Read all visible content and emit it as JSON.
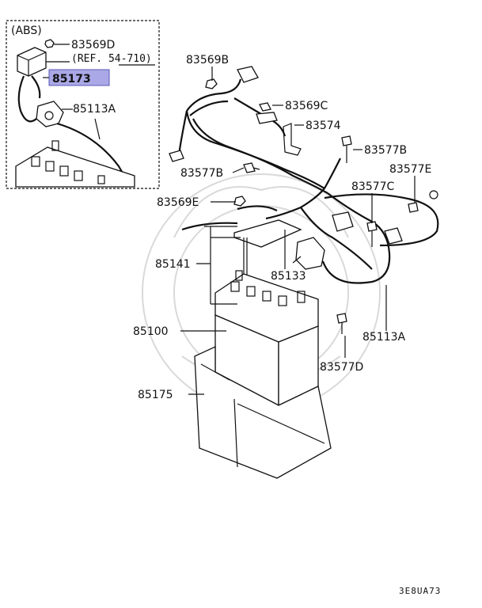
{
  "inset": {
    "title": "(ABS)",
    "ref_note": "(REF. 54-710)",
    "labels": {
      "nut": "83569D",
      "highlight": "85173",
      "cable": "85113A"
    }
  },
  "labels": {
    "l83569B": "83569B",
    "l83569C": "83569C",
    "l83574": "83574",
    "l83577B_a": "83577B",
    "l83577B_b": "83577B",
    "l83577E": "83577E",
    "l83577C": "83577C",
    "l83569E": "83569E",
    "l85141": "85141",
    "l85133": "85133",
    "l85100": "85100",
    "l85113A": "85113A",
    "l83577D": "83577D",
    "l85175": "85175"
  },
  "diagram_code": "3E8UA73",
  "colors": {
    "highlight_fill": "#aaa8e6",
    "highlight_border": "#5a58b8"
  }
}
